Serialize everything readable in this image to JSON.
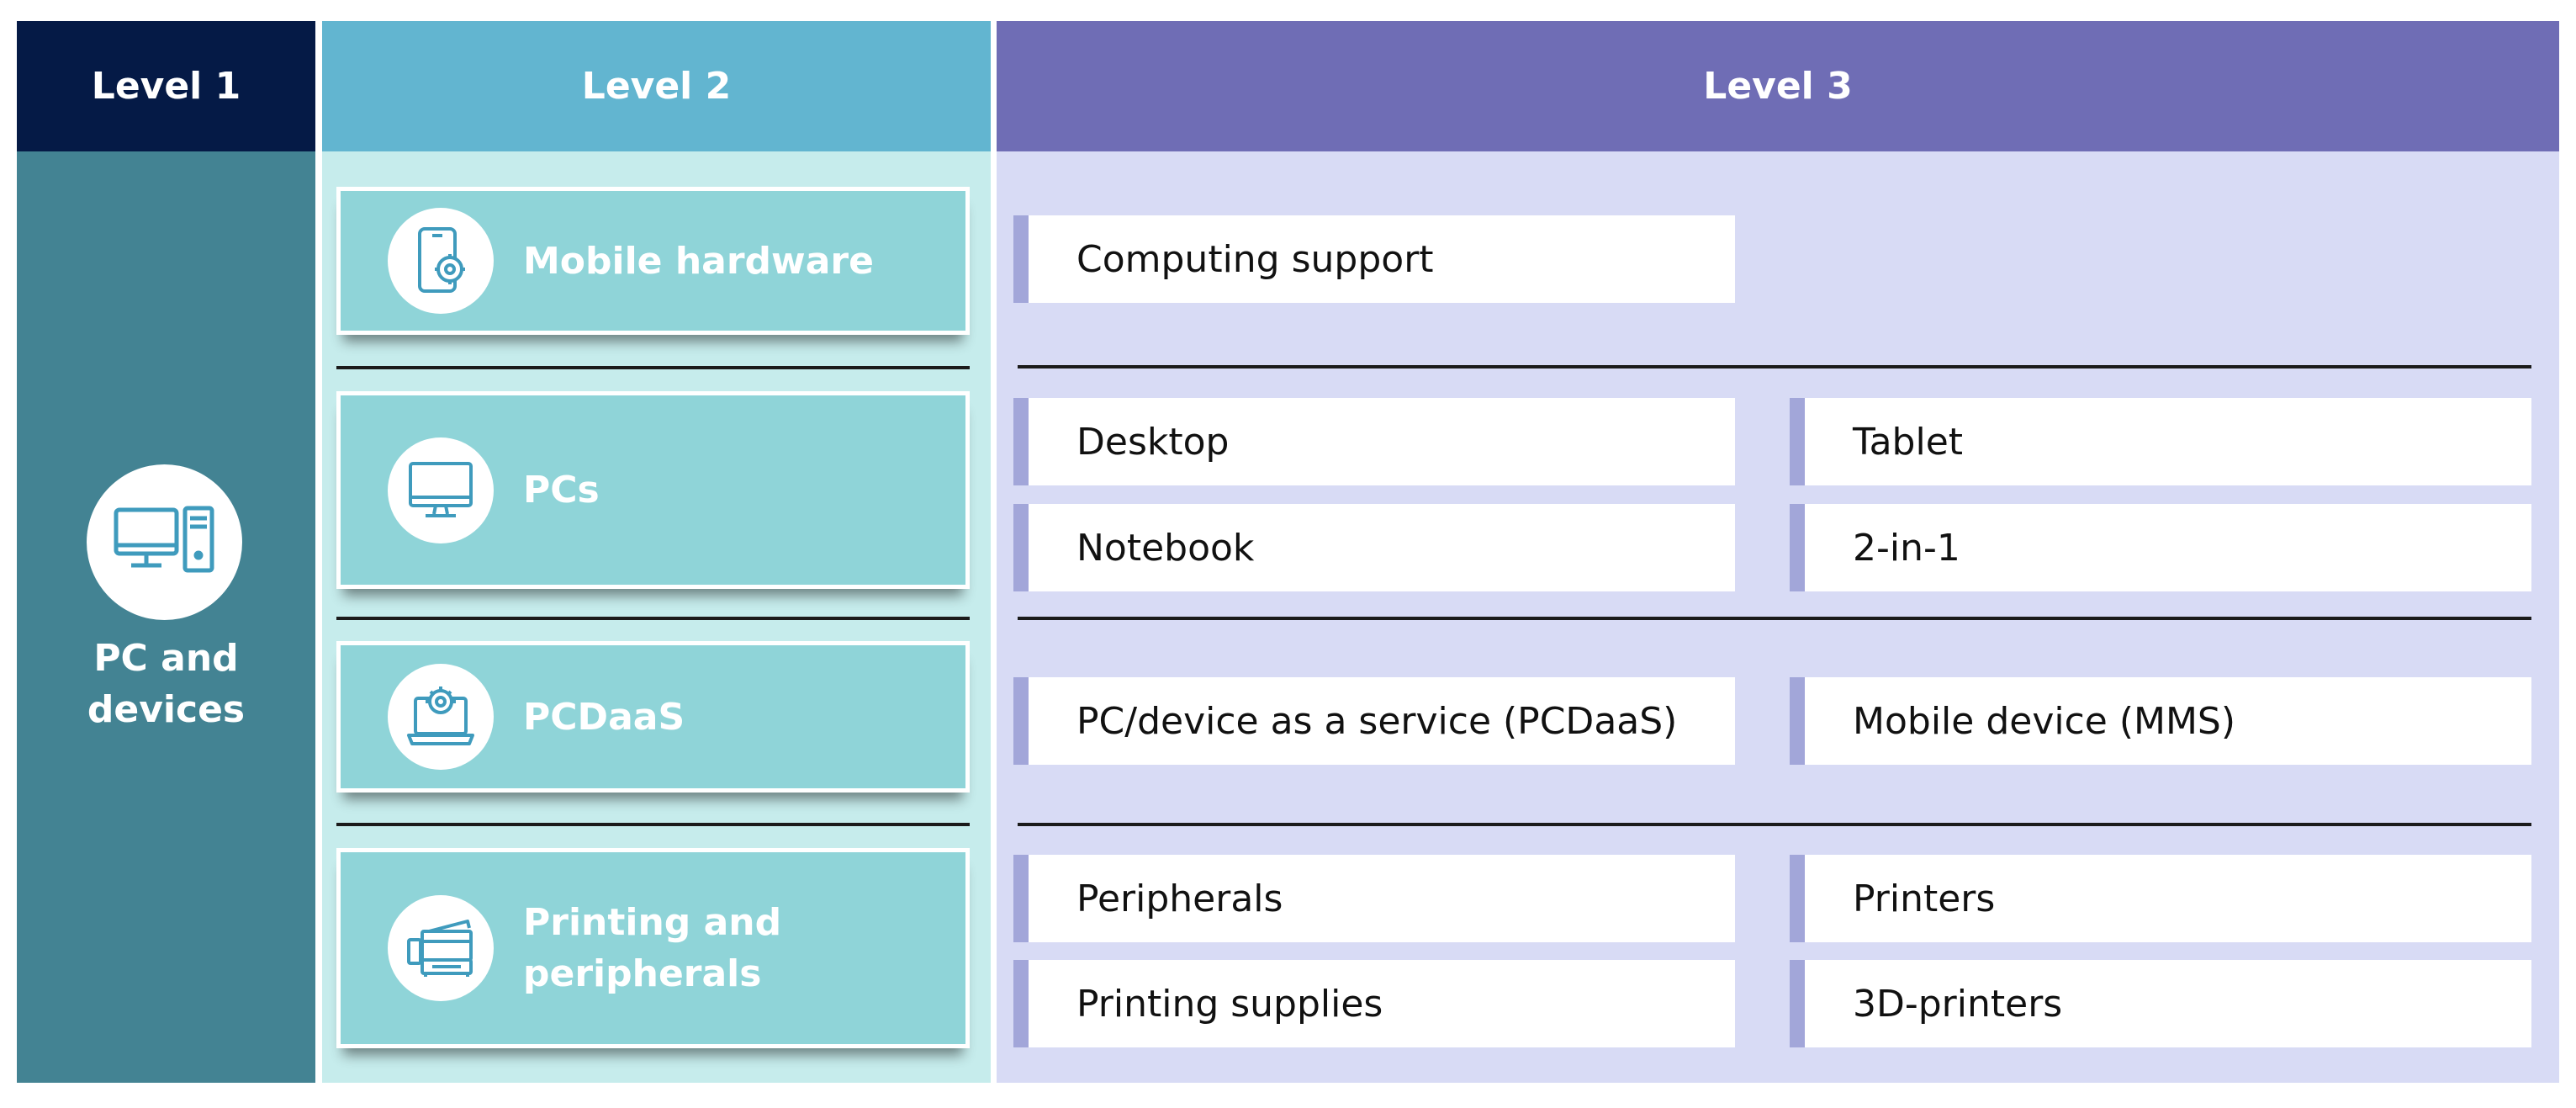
{
  "headers": {
    "level1": "Level 1",
    "level2": "Level 2",
    "level3": "Level 3"
  },
  "level1": {
    "icon": "desktop-computer-icon",
    "label_line1": "PC and",
    "label_line2": "devices"
  },
  "level2": [
    {
      "icon": "mobile-settings-icon",
      "label_line1": "Mobile hardware",
      "label_line2": ""
    },
    {
      "icon": "monitor-icon",
      "label_line1": "PCs",
      "label_line2": ""
    },
    {
      "icon": "laptop-gear-icon",
      "label_line1": "PCDaaS",
      "label_line2": ""
    },
    {
      "icon": "printer-icon",
      "label_line1": "Printing and",
      "label_line2": "peripherals"
    }
  ],
  "level3": {
    "mobile_hardware": [
      "Computing support"
    ],
    "pcs": [
      "Desktop",
      "Tablet",
      "Notebook",
      "2-in-1"
    ],
    "pcdaas": [
      "PC/device as a service (PCDaaS)",
      "Mobile device (MMS)"
    ],
    "printing": [
      "Peripherals",
      "Printers",
      "Printing supplies",
      "3D-printers"
    ]
  },
  "colors": {
    "level1_header": "#051a46",
    "level1_body": "#438393",
    "level2_header": "#62b5d0",
    "level2_body": "#c6ecec",
    "level2_card": "#8fd4d8",
    "level3_header": "#6f6db5",
    "level3_body": "#d8dbf5",
    "level3_accent": "#a2a6d9",
    "icon": "#3f9bbd"
  }
}
